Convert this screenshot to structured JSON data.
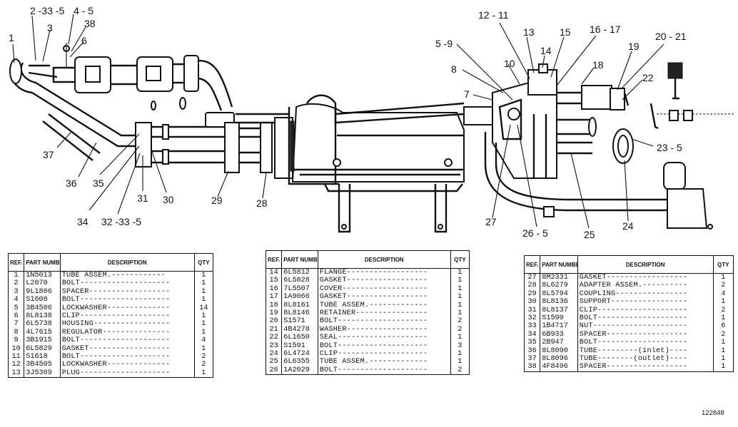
{
  "callouts": {
    "c1": "1",
    "c2": "2 -33  -5",
    "c3": "3",
    "c4": "4 - 5",
    "c38": "38",
    "c6": "6",
    "c37": "37",
    "c36": "36",
    "c35": "35",
    "c34": "34",
    "c3233": "32 -33  -5",
    "c31": "31",
    "c30": "30",
    "c29": "29",
    "c28": "28",
    "c59": "5 -9",
    "c8": "8",
    "c7": "7",
    "c10": "10",
    "c1211": "12 - 11",
    "c13": "13",
    "c14": "14",
    "c15": "15",
    "c1617": "16 - 17",
    "c18": "18",
    "c19": "19",
    "c2021": "20 - 21",
    "c22": "22",
    "c235": "23  - 5",
    "c24": "24",
    "c25": "25",
    "c265": "26  - 5",
    "c27": "27"
  },
  "table_headers": {
    "ref": "REF. NO.",
    "part": "PART NUMBER",
    "desc": "DESCRIPTION",
    "qty": "QTY"
  },
  "table1": [
    {
      "ref": "1",
      "part": "1N5013",
      "desc": "TUBE ASSEM.------------",
      "qty": "1"
    },
    {
      "ref": "2",
      "part": "L2070",
      "desc": "BOLT--------------------",
      "qty": "1"
    },
    {
      "ref": "3",
      "part": "9L1806",
      "desc": "SPACER------------------",
      "qty": "1"
    },
    {
      "ref": "4",
      "part": "S1608",
      "desc": "BOLT--------------------",
      "qty": "1"
    },
    {
      "ref": "5",
      "part": "3B4506",
      "desc": "LOCKWASHER--------------",
      "qty": "14"
    },
    {
      "ref": "6",
      "part": "8L8138",
      "desc": "CLIP--------------------",
      "qty": "1"
    },
    {
      "ref": "7",
      "part": "6L5738",
      "desc": "HOUSING-----------------",
      "qty": "1"
    },
    {
      "ref": "8",
      "part": "4L7615",
      "desc": "REGULATOR---------------",
      "qty": "1"
    },
    {
      "ref": "9",
      "part": "3B1915",
      "desc": "BOLT--------------------",
      "qty": "4"
    },
    {
      "ref": "10",
      "part": "6L5829",
      "desc": "GASKET------------------",
      "qty": "1"
    },
    {
      "ref": "11",
      "part": "S1618",
      "desc": "BOLT--------------------",
      "qty": "2"
    },
    {
      "ref": "12",
      "part": "3B4505",
      "desc": "LOCKWASHER--------------",
      "qty": "2"
    },
    {
      "ref": "13",
      "part": "3J5389",
      "desc": "PLUG--------------------",
      "qty": "1"
    }
  ],
  "table2": [
    {
      "ref": "14",
      "part": "6L5812",
      "desc": "FLANGE------------------",
      "qty": "1"
    },
    {
      "ref": "15",
      "part": "6L5828",
      "desc": "GASKET------------------",
      "qty": "1"
    },
    {
      "ref": "16",
      "part": "7L5507",
      "desc": "COVER-------------------",
      "qty": "1"
    },
    {
      "ref": "17",
      "part": "1A9066",
      "desc": "GASKET------------------",
      "qty": "1"
    },
    {
      "ref": "18",
      "part": "8L8161",
      "desc": "TUBE ASSEM.-------------",
      "qty": "1"
    },
    {
      "ref": "19",
      "part": "8L8146",
      "desc": "RETAINER----------------",
      "qty": "1"
    },
    {
      "ref": "20",
      "part": "S1571",
      "desc": "BOLT--------------------",
      "qty": "2"
    },
    {
      "ref": "21",
      "part": "4B4278",
      "desc": "WASHER------------------",
      "qty": "2"
    },
    {
      "ref": "22",
      "part": "6L1650",
      "desc": "SEAL--------------------",
      "qty": "1"
    },
    {
      "ref": "23",
      "part": "S1591",
      "desc": "BOLT--------------------",
      "qty": "3"
    },
    {
      "ref": "24",
      "part": "6L4724",
      "desc": "CLIP--------------------",
      "qty": "1"
    },
    {
      "ref": "25",
      "part": "6L6355",
      "desc": "TUBE ASSEM.-------------",
      "qty": "1"
    },
    {
      "ref": "26",
      "part": "1A2029",
      "desc": "BOLT--------------------",
      "qty": "2"
    }
  ],
  "table3": [
    {
      "ref": "27",
      "part": "8M2331",
      "desc": "GASKET------------------",
      "qty": "1"
    },
    {
      "ref": "28",
      "part": "8L6279",
      "desc": "ADAPTER ASSEM.----------",
      "qty": "2"
    },
    {
      "ref": "29",
      "part": "8L5794",
      "desc": "COUPLING----------------",
      "qty": "4"
    },
    {
      "ref": "30",
      "part": "8L8136",
      "desc": "SUPPORT-----------------",
      "qty": "1"
    },
    {
      "ref": "31",
      "part": "8L8137",
      "desc": "CLIP--------------------",
      "qty": "2"
    },
    {
      "ref": "32",
      "part": "S1590",
      "desc": "BOLT--------------------",
      "qty": "1"
    },
    {
      "ref": "33",
      "part": "1B4717",
      "desc": "NUT---------------------",
      "qty": "6"
    },
    {
      "ref": "34",
      "part": "6B933",
      "desc": "SPACER------------------",
      "qty": "2"
    },
    {
      "ref": "35",
      "part": "2B947",
      "desc": "BOLT--------------------",
      "qty": "1"
    },
    {
      "ref": "36",
      "part": "8L8090",
      "desc": "TUBE---------(inlet)----",
      "qty": "1"
    },
    {
      "ref": "37",
      "part": "8L8096",
      "desc": "TUBE--------(outlet)----",
      "qty": "1"
    },
    {
      "ref": "38",
      "part": "4F8496",
      "desc": "SPACER------------------",
      "qty": "1"
    }
  ],
  "figure_id": "122848"
}
